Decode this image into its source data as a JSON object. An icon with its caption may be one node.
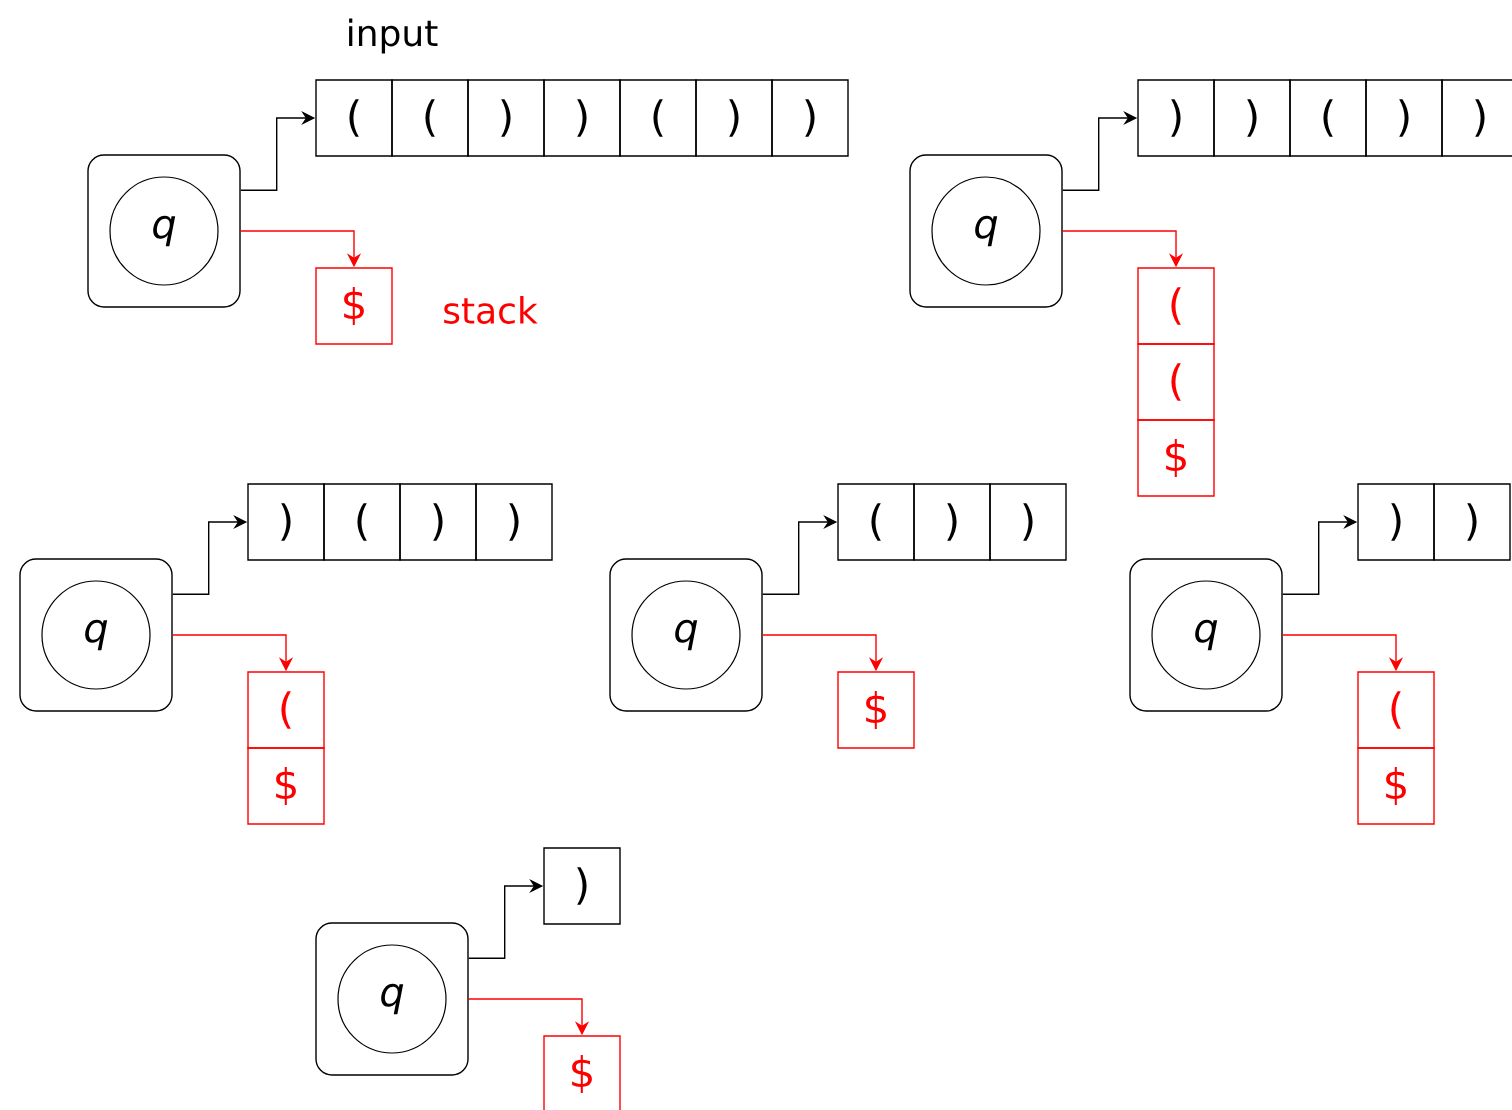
{
  "diagram": {
    "nodes": [
      {
        "text": [],
        "shape": "box"
      },
      {
        "text": [
          "q"
        ],
        "in": 0
      },
      {
        "text": [
          "("
        ]
      },
      {
        "text": [
          "("
        ]
      },
      {
        "text": [
          ")"
        ]
      },
      {
        "text": [
          ")"
        ]
      },
      {
        "text": [
          "("
        ]
      },
      {
        "text": [
          ")"
        ]
      },
      {
        "text": [
          ")"
        ]
      },
      {
        "text": [
          "$"
        ]
      },
      {
        "text": [],
        "shape": "box"
      },
      {
        "text": [
          "q"
        ],
        "in": 10
      },
      {
        "text": [
          ")"
        ]
      },
      {
        "text": [
          ")"
        ]
      },
      {
        "text": [
          "("
        ]
      },
      {
        "text": [
          ")"
        ]
      },
      {
        "text": [
          ")"
        ]
      },
      {
        "text": [
          "("
        ]
      },
      {
        "text": [
          "("
        ]
      },
      {
        "text": [
          "$"
        ]
      },
      {
        "text": [],
        "shape": "box"
      },
      {
        "text": [
          "q"
        ],
        "in": 20
      },
      {
        "text": [
          ")"
        ]
      },
      {
        "text": [
          "("
        ]
      },
      {
        "text": [
          ")"
        ]
      },
      {
        "text": [
          ")"
        ]
      },
      {
        "text": [
          "("
        ]
      },
      {
        "text": [
          "$"
        ]
      },
      {
        "text": [],
        "shape": "box"
      },
      {
        "text": [
          "q"
        ],
        "in": 28
      },
      {
        "text": [
          "("
        ]
      },
      {
        "text": [
          ")"
        ]
      },
      {
        "text": [
          ")"
        ]
      },
      {
        "text": [
          "$"
        ]
      },
      {
        "text": [],
        "shape": "box"
      },
      {
        "text": [
          "q"
        ],
        "in": 34
      },
      {
        "text": [
          ")"
        ]
      },
      {
        "text": [
          ")"
        ]
      },
      {
        "text": [
          "("
        ]
      },
      {
        "text": [
          "$"
        ]
      },
      {
        "text": [],
        "shape": "box"
      },
      {
        "text": [
          "q"
        ],
        "in": 40
      },
      {
        "text": [
          ")"
        ]
      },
      {
        "text": [
          "$"
        ]
      }
    ],
    "edges": [
      {
        "from": 0,
        "to": 2,
        "arrow": "to"
      },
      {
        "from": 0,
        "to": 9,
        "arrow": "to",
        "color": "#ff0000"
      },
      {
        "from": 10,
        "to": 12,
        "arrow": "to"
      },
      {
        "from": 10,
        "to": 17,
        "arrow": "to",
        "color": "#ff0000"
      },
      {
        "from": 20,
        "to": 22,
        "arrow": "to"
      },
      {
        "from": 20,
        "to": 26,
        "arrow": "to",
        "color": "#ff0000"
      },
      {
        "from": 28,
        "to": 30,
        "arrow": "to"
      },
      {
        "from": 28,
        "to": 33,
        "arrow": "to",
        "color": "#ff0000"
      },
      {
        "from": 34,
        "to": 36,
        "arrow": "to"
      },
      {
        "from": 34,
        "to": 38,
        "arrow": "to",
        "color": "#ff0000"
      },
      {
        "from": 40,
        "to": 42,
        "arrow": "to"
      },
      {
        "from": 40,
        "to": 43,
        "arrow": "to",
        "color": "#ff0000"
      }
    ],
    "labels": [
      "input",
      "stack"
    ]
  }
}
